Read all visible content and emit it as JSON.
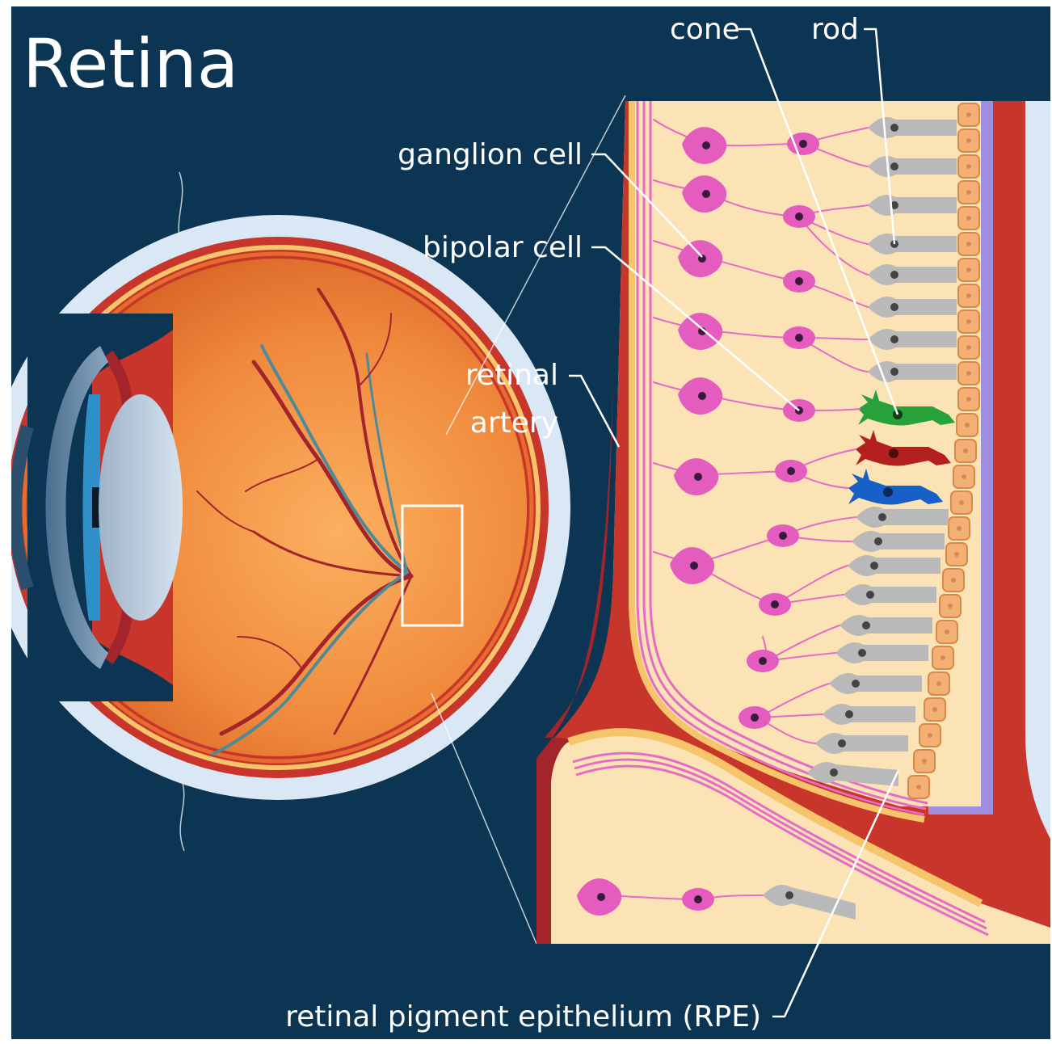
{
  "title": "Retina",
  "labels": {
    "cone": "cone",
    "rod": "rod",
    "ganglion_cell": "ganglion cell",
    "bipolar_cell": "bipolar cell",
    "retinal_artery_line1": "retinal",
    "retinal_artery_line2": "artery",
    "rpe": "retinal pigment epithelium (RPE)"
  },
  "colors": {
    "background": "#0b3553",
    "sclera": "#d9e8f4",
    "choroid": "#c8352a",
    "retina_tissue": "#fbe3b5",
    "neuron": "#e45cbd",
    "rod": "#b9b9b9",
    "cone_green": "#27a23b",
    "cone_red": "#b3201f",
    "cone_blue": "#1660c8",
    "rpe": "#f2b077",
    "artery": "#a3252b"
  }
}
